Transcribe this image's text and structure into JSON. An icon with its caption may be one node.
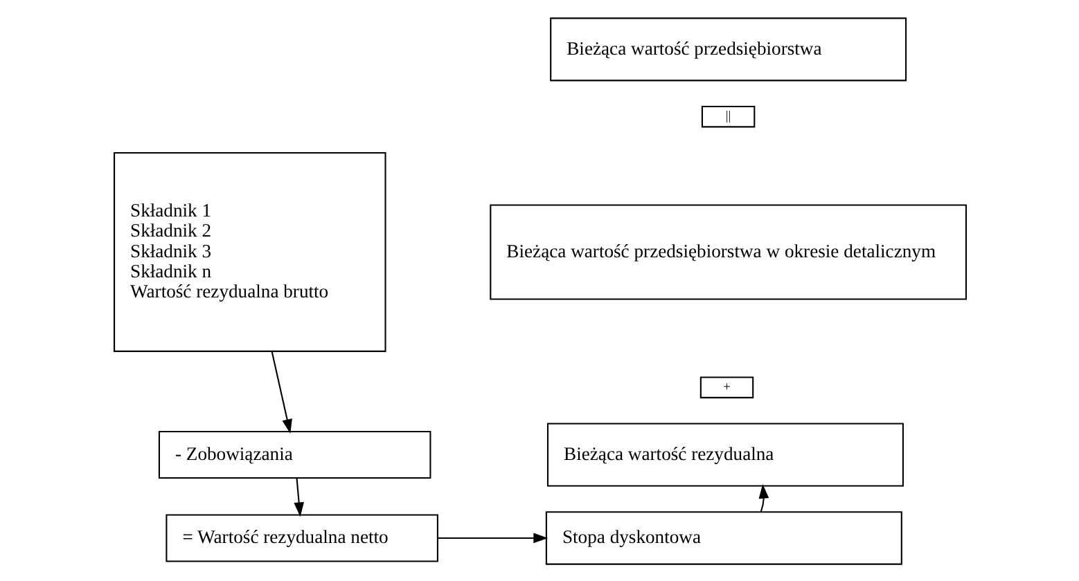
{
  "diagram": {
    "nodes": [
      {
        "text": [
          "Składnik 1",
          "Składnik 2",
          "Składnik 3",
          "Składnik n",
          "Wartość rezydualna brutto"
        ]
      },
      {
        "text": [
          "- Zobowiązania"
        ]
      },
      {
        "text": [
          "= Wartość rezydualna netto"
        ]
      },
      {
        "text": [
          "Bieżąca wartość przedsiębiorstwa"
        ]
      },
      {
        "text": [
          "||"
        ]
      },
      {
        "text": [
          "Bieżąca wartość przedsiębiorstwa w okresie detalicznym"
        ]
      },
      {
        "text": [
          "+"
        ]
      },
      {
        "text": [
          "Bieżąca wartość rezydualna"
        ]
      },
      {
        "text": [
          "Stopa dyskontowa"
        ]
      }
    ],
    "edges": [
      {
        "from": 0,
        "to": 1,
        "arrow": "to"
      },
      {
        "from": 1,
        "to": 2,
        "arrow": "to"
      },
      {
        "from": 2,
        "to": 8,
        "arrow": "to"
      },
      {
        "from": 8,
        "to": 7,
        "arrow": "to"
      }
    ]
  }
}
